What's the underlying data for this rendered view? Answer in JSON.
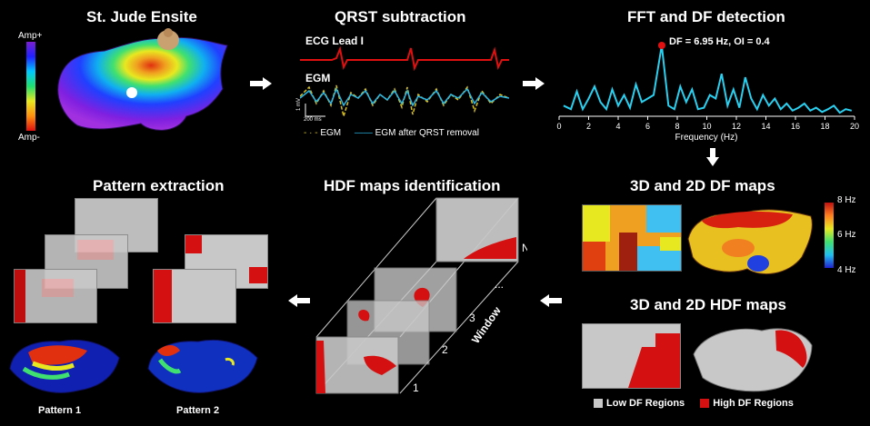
{
  "panels": {
    "ensite": {
      "title": "St. Jude Ensite",
      "amp_top": "Amp+",
      "amp_bottom": "Amp-"
    },
    "qrst": {
      "title": "QRST subtraction",
      "ecg_label": "ECG Lead I",
      "egm_label": "EGM",
      "scale_v": "1 mV",
      "scale_t": "200 ms",
      "legend_egm": "EGM",
      "legend_after": "EGM after QRST removal"
    },
    "fft": {
      "title": "FFT and DF detection",
      "annotation": "DF = 6.95 Hz, OI = 0.4",
      "xlabel": "Frequency (Hz)"
    },
    "df_maps": {
      "title": "3D and 2D DF maps",
      "scale": [
        "8 Hz",
        "6 Hz",
        "4 Hz"
      ]
    },
    "hdf_maps": {
      "title": "3D and 2D HDF maps",
      "legend_low": "Low DF Regions",
      "legend_high": "High DF Regions"
    },
    "hdf_ident": {
      "title": "HDF maps identification",
      "labels": [
        "1",
        "2",
        "3",
        "...",
        "N"
      ],
      "window": "Window"
    },
    "pattern": {
      "title": "Pattern extraction",
      "pattern1": "Pattern 1",
      "pattern2": "Pattern 2"
    }
  },
  "colors": {
    "ecg": "#e01010",
    "egm": "#d8c020",
    "egm_after": "#2ab8e8",
    "high_df": "#d41010",
    "low_df": "#c8c8c8"
  },
  "chart_data": {
    "type": "line",
    "title": "FFT and DF detection",
    "xlabel": "Frequency (Hz)",
    "ylabel": "",
    "xlim": [
      0,
      20
    ],
    "x_ticks": [
      0,
      2,
      4,
      6,
      8,
      10,
      12,
      14,
      16,
      18,
      20
    ],
    "series": [
      {
        "x": [
          0.3,
          0.8,
          1.2,
          1.6,
          2.0,
          2.4,
          2.8,
          3.2,
          3.6,
          4.0,
          4.4,
          4.8,
          5.2,
          5.6,
          6.0,
          6.4,
          6.95,
          7.4,
          7.8,
          8.2,
          8.6,
          9.0,
          9.4,
          9.8,
          10.2,
          10.6,
          11.0,
          11.4,
          11.8,
          12.2,
          12.6,
          13.0,
          13.4,
          13.8,
          14.2,
          14.6,
          15.0,
          15.4,
          15.8,
          16.2,
          16.6,
          17.0,
          17.4,
          17.8,
          18.2,
          18.6,
          19.0,
          19.4,
          19.8
        ],
        "y": [
          0.15,
          0.1,
          0.35,
          0.1,
          0.25,
          0.42,
          0.2,
          0.1,
          0.38,
          0.15,
          0.3,
          0.12,
          0.45,
          0.2,
          0.25,
          0.3,
          1.0,
          0.15,
          0.1,
          0.42,
          0.2,
          0.38,
          0.1,
          0.12,
          0.3,
          0.25,
          0.6,
          0.15,
          0.38,
          0.12,
          0.55,
          0.25,
          0.1,
          0.3,
          0.15,
          0.25,
          0.1,
          0.18,
          0.08,
          0.12,
          0.18,
          0.08,
          0.12,
          0.06,
          0.1,
          0.15,
          0.05,
          0.1,
          0.08
        ]
      }
    ],
    "peak": {
      "x": 6.95,
      "y": 1.0
    }
  }
}
